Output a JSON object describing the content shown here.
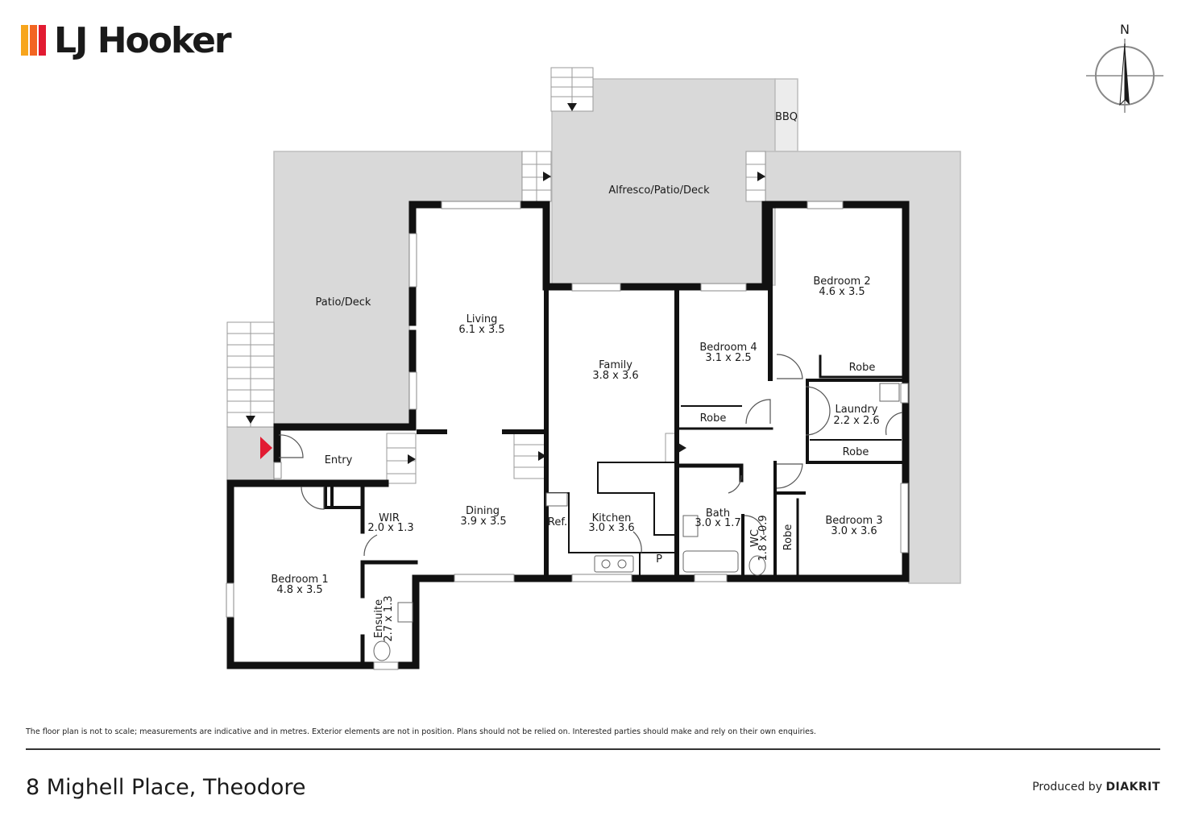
{
  "brand": {
    "name": "LJ Hooker",
    "colors": [
      "#f7a51c",
      "#f26522",
      "#e21b32"
    ]
  },
  "compass": {
    "north": "N"
  },
  "rooms": {
    "alfresco": {
      "name": "Alfresco/Patio/Deck",
      "dims": ""
    },
    "bbq": {
      "name": "BBQ",
      "dims": ""
    },
    "patio": {
      "name": "Patio/Deck",
      "dims": ""
    },
    "living": {
      "name": "Living",
      "dims": "6.1 x 3.5"
    },
    "family": {
      "name": "Family",
      "dims": "3.8 x 3.6"
    },
    "bedroom4": {
      "name": "Bedroom 4",
      "dims": "3.1 x 2.5"
    },
    "bedroom4_robe": {
      "name": "Robe",
      "dims": ""
    },
    "bedroom2": {
      "name": "Bedroom 2",
      "dims": "4.6 x 3.5"
    },
    "bedroom2_robe": {
      "name": "Robe",
      "dims": ""
    },
    "laundry": {
      "name": "Laundry",
      "dims": "2.2 x 2.6"
    },
    "laundry_robe": {
      "name": "Robe",
      "dims": ""
    },
    "entry": {
      "name": "Entry",
      "dims": ""
    },
    "dining": {
      "name": "Dining",
      "dims": "3.9 x 3.5"
    },
    "kitchen": {
      "name": "Kitchen",
      "dims": "3.0 x 3.6"
    },
    "ref": {
      "name": "Ref.",
      "dims": ""
    },
    "pantry": {
      "name": "P",
      "dims": ""
    },
    "bath": {
      "name": "Bath",
      "dims": "3.0 x 1.7"
    },
    "wc": {
      "name": "WC",
      "dims": "1.8 x 0.9"
    },
    "bedroom3_robe": {
      "name": "Robe",
      "dims": ""
    },
    "bedroom3": {
      "name": "Bedroom 3",
      "dims": "3.0 x 3.6"
    },
    "wir": {
      "name": "WIR",
      "dims": "2.0 x 1.3"
    },
    "bedroom1": {
      "name": "Bedroom 1",
      "dims": "4.8 x 3.5"
    },
    "ensuite": {
      "name": "Ensuite",
      "dims": "2.7 x 1.3"
    }
  },
  "footer": {
    "disclaimer": "The floor plan is not to scale; measurements are indicative and in metres. Exterior elements are not in position. Plans should not be relied on. Interested parties should make and rely on their own enquiries.",
    "address": "8 Mighell Place, Theodore",
    "produced_by": "Produced by",
    "producer": "DIAKRIT"
  }
}
